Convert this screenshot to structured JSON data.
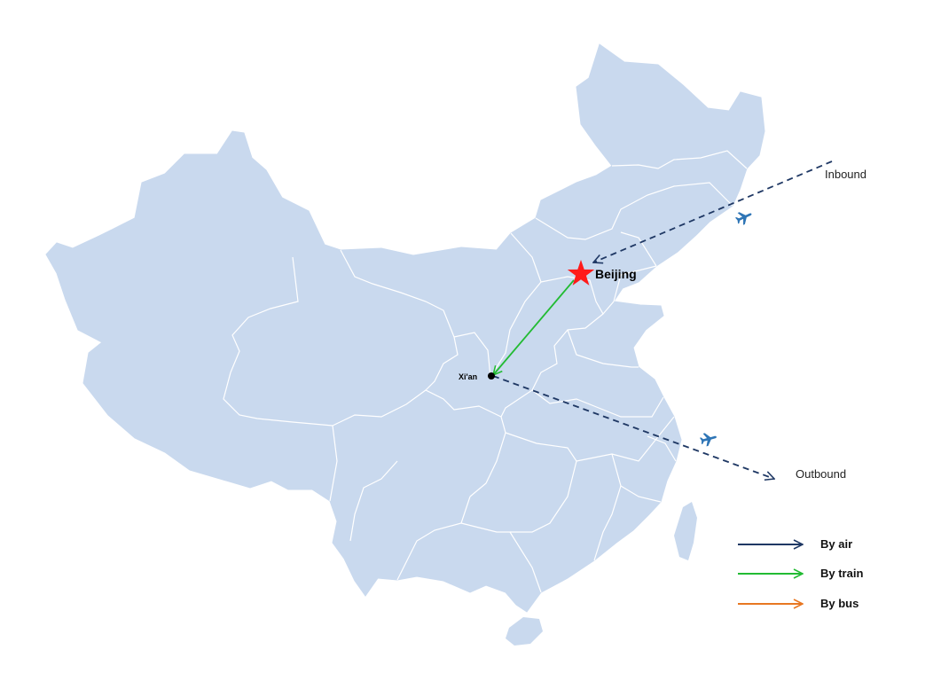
{
  "map": {
    "land_color": "#c9d9ee",
    "border_color": "#ffffff"
  },
  "cities": {
    "capital": {
      "name": "Beijing",
      "marker": "red-star-icon",
      "color": "#ff1a1a"
    },
    "xian": {
      "name": "Xi'an",
      "marker": "dot-icon",
      "color": "#000000"
    }
  },
  "routes": {
    "inbound_label": "Inbound",
    "outbound_label": "Outbound",
    "air_color": "#1f3864",
    "train_color": "#22bb33",
    "bus_color": "#e87722",
    "plane_icon": "airplane-icon",
    "plane_color": "#2e75b6"
  },
  "legend": {
    "items": [
      {
        "label": "By air",
        "color": "#1f3864"
      },
      {
        "label": "By train",
        "color": "#22bb33"
      },
      {
        "label": "By bus",
        "color": "#e87722"
      }
    ]
  }
}
